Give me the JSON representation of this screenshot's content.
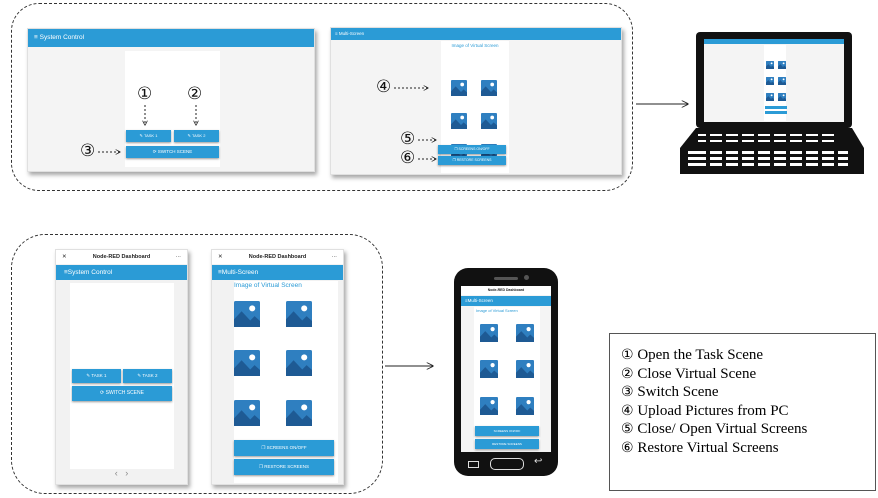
{
  "desktop": {
    "system_control": {
      "title": "System Control",
      "task1": "TASK 1",
      "task2": "TASK 2",
      "switch_scene": "SWITCH SCENE"
    },
    "multi_screen": {
      "title": "Multi-Screen",
      "image_label": "Image of Virtual Screen",
      "screens_toggle": "SCREENS ON/OFF",
      "restore_screens": "RESTORE SCREENS"
    }
  },
  "mobile": {
    "dashboard_title": "Node-RED Dashboard",
    "close_symbol": "✕",
    "more_symbol": "···",
    "system_control": {
      "title": "System Control",
      "task1": "TASK 1",
      "task2": "TASK 2",
      "switch_scene": "SWITCH SCENE",
      "nav": "‹   ›"
    },
    "multi_screen": {
      "title": "Multi-Screen",
      "image_label": "Image of Virtual Screen",
      "screens_toggle": "SCREENS ON/OFF",
      "restore_screens": "RESTORE SCREENS"
    }
  },
  "phone_screen": {
    "dashboard_title": "Node-RED Dashboard",
    "title": "Multi-Screen",
    "image_label": "Image of Virtual Screen",
    "screens_toggle": "SCREENS ON/OFF",
    "restore_screens": "RESTORE SCREENS"
  },
  "markers": {
    "m1": "①",
    "m2": "②",
    "m3": "③",
    "m4": "④",
    "m5": "⑤",
    "m6": "⑥"
  },
  "legend": [
    {
      "num": "①",
      "text": "Open the Task Scene"
    },
    {
      "num": "②",
      "text": "Close Virtual Scene"
    },
    {
      "num": "③",
      "text": "Switch Scene"
    },
    {
      "num": "④",
      "text": "Upload Pictures from PC"
    },
    {
      "num": "⑤",
      "text": "Close/ Open Virtual Screens"
    },
    {
      "num": "⑥",
      "text": "Restore Virtual Screens"
    }
  ],
  "icons": {
    "menu": "hamburger-icon",
    "picture": "image-icon",
    "edit": "pencil-icon",
    "refresh": "refresh-icon",
    "laptop": "laptop-icon",
    "phone": "smartphone-icon"
  },
  "colors": {
    "accent": "#2b9bd6",
    "picture_sky": "#2f7fc0",
    "picture_mountain": "#1e5a94"
  }
}
